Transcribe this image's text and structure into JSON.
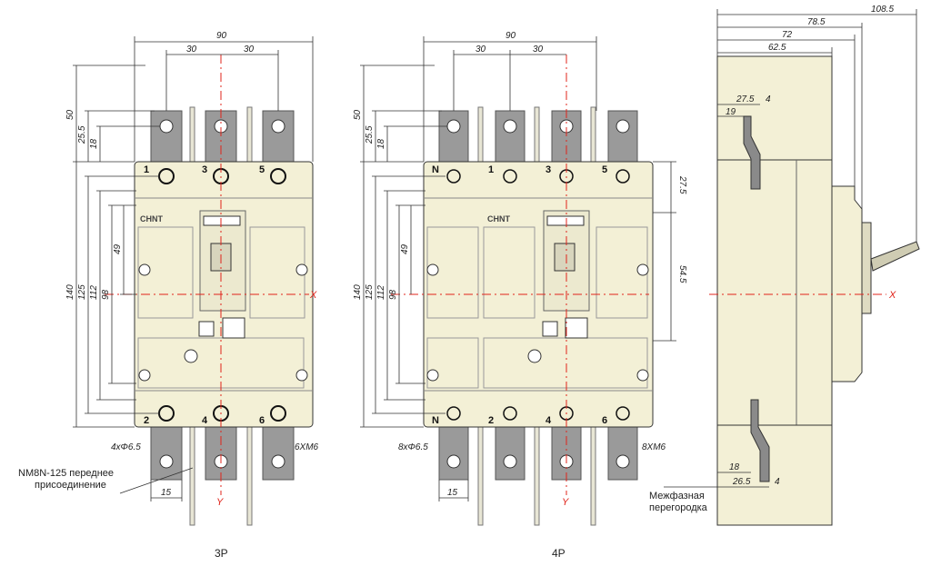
{
  "colors": {
    "body": "#f3f0d6",
    "busbar": "#9a9a9a",
    "axis": "#e0241b",
    "line": "#333333"
  },
  "dims_3p": {
    "width": "90",
    "pitch_left": "30",
    "pitch_right": "30",
    "h50": "50",
    "h25": "25.5",
    "h18": "18",
    "h140": "140",
    "h125": "125",
    "h112": "112",
    "h98": "98",
    "h49": "49",
    "hole": "4xΦ6.5",
    "bolt": "6XM6",
    "w15": "15"
  },
  "dims_4p": {
    "width": "90",
    "pitch_left": "30",
    "pitch_right": "30",
    "h50": "50",
    "h25": "25.5",
    "h18": "18",
    "h140": "140",
    "h125": "125",
    "h112": "112",
    "h98": "98",
    "h49": "49",
    "h27": "27.5",
    "h54": "54.5",
    "hole": "8xΦ6.5",
    "bolt": "8XM6",
    "w15": "15"
  },
  "dims_side": {
    "d108": "108.5",
    "d78": "78.5",
    "d72": "72",
    "d62": "62.5",
    "d27top": "27.5",
    "d4top": "4",
    "d19": "19",
    "d18": "18",
    "d26": "26.5",
    "d4bot": "4"
  },
  "terminals_3p_top": [
    "1",
    "3",
    "5"
  ],
  "terminals_3p_bottom": [
    "2",
    "4",
    "6"
  ],
  "terminals_4p_top": [
    "N",
    "1",
    "3",
    "5"
  ],
  "terminals_4p_bottom": [
    "N",
    "2",
    "4",
    "6"
  ],
  "brand": "CHNT",
  "axis_x": "X",
  "axis_y": "Y",
  "note_front": "NM8N-125 переднее присоединение",
  "note_front_line1": "NM8N-125 переднее",
  "note_front_line2": "присоединение",
  "note_barrier_line1": "Межфазная",
  "note_barrier_line2": "перегородка",
  "caption_3p": "3P",
  "caption_4p": "4P"
}
